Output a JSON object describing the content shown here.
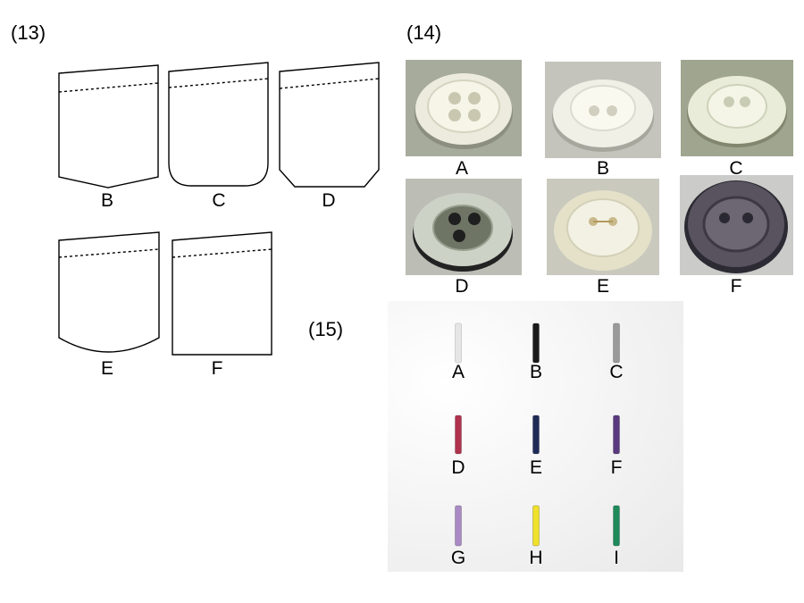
{
  "section13": {
    "label": "(13)",
    "pockets": [
      {
        "letter": "B"
      },
      {
        "letter": "C"
      },
      {
        "letter": "D"
      },
      {
        "letter": "E"
      },
      {
        "letter": "F"
      }
    ]
  },
  "section14": {
    "label": "(14)",
    "buttons": [
      {
        "letter": "A"
      },
      {
        "letter": "B"
      },
      {
        "letter": "C"
      },
      {
        "letter": "D"
      },
      {
        "letter": "E"
      },
      {
        "letter": "F"
      }
    ]
  },
  "section15": {
    "label": "(15)",
    "stitches": [
      {
        "letter": "A",
        "color": "#e6e6e6"
      },
      {
        "letter": "B",
        "color": "#1a1a1a"
      },
      {
        "letter": "C",
        "color": "#9a9a9a"
      },
      {
        "letter": "D",
        "color": "#b0334e"
      },
      {
        "letter": "E",
        "color": "#1f2a57"
      },
      {
        "letter": "F",
        "color": "#5a3a7e"
      },
      {
        "letter": "G",
        "color": "#a98ac4"
      },
      {
        "letter": "H",
        "color": "#f0e12a"
      },
      {
        "letter": "I",
        "color": "#1e8a5a"
      }
    ]
  }
}
